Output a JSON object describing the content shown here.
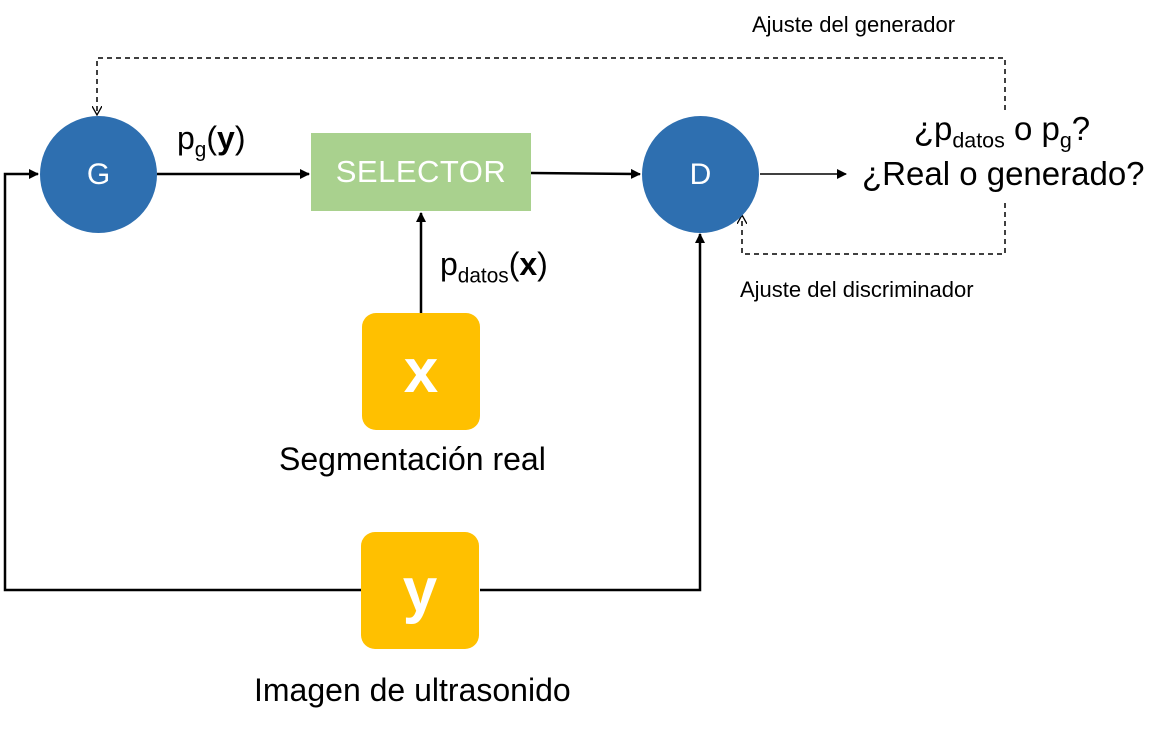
{
  "nodes": {
    "generator": "G",
    "discriminator": "D",
    "selector": "SELECTOR",
    "x": "x",
    "y": "y"
  },
  "labels": {
    "pg_p": "p",
    "pg_sub": "g",
    "pg_open": "(",
    "pg_var": "y",
    "pg_close": ")",
    "pdatos_p": "p",
    "pdatos_sub": "datos",
    "pdatos_open": "(",
    "pdatos_var": "x",
    "pdatos_close": ")",
    "real_segmentation": "Segmentación real",
    "ultrasound_image": "Imagen de ultrasonido",
    "generator_adjust": "Ajuste del generador",
    "discriminator_adjust": "Ajuste del discriminador"
  },
  "question": {
    "q1_prefix": "¿p",
    "q1_sub_datos": "datos",
    "q1_mid": " o p",
    "q1_sub_g": "g",
    "q1_suffix": "?",
    "q2": "¿Real o generado?"
  },
  "colors": {
    "node_blue": "#2E6FB0",
    "selector_green": "#A9D18E",
    "variable_yellow": "#FFC000"
  }
}
